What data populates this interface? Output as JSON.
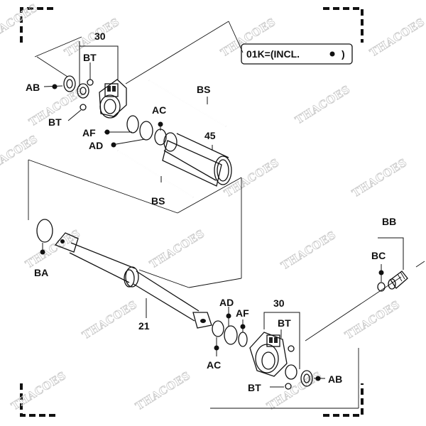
{
  "legend": {
    "text": "01K=(INCL.",
    "close": ")"
  },
  "watermark": "THACOES",
  "labels": {
    "l30_top": "30",
    "bt_top1": "BT",
    "ab_top": "AB",
    "bt_top2": "BT",
    "af_top": "AF",
    "ad_top": "AD",
    "ac_top": "AC",
    "bs_top": "BS",
    "p45": "45",
    "bs_mid": "BS",
    "ba": "BA",
    "p21": "21",
    "ad_bot": "AD",
    "af_bot": "AF",
    "l30_bot": "30",
    "bt_bot1": "BT",
    "ac_bot": "AC",
    "bt_bot2": "BT",
    "ab_bot": "AB",
    "bb": "BB",
    "bc": "BC"
  }
}
